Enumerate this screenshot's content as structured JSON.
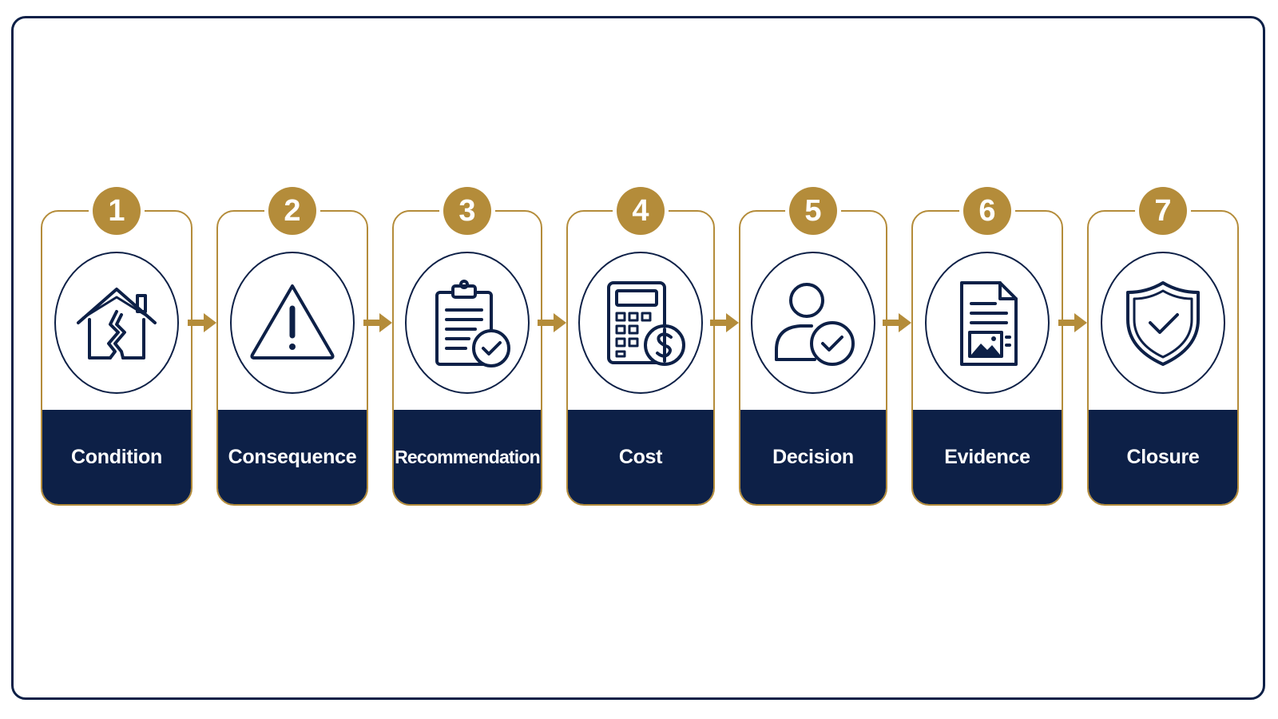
{
  "colors": {
    "navy": "#0d2047",
    "gold": "#b48c3a",
    "background": "#ffffff"
  },
  "steps": [
    {
      "number": "1",
      "label": "Condition",
      "icon": "cracked-house-icon"
    },
    {
      "number": "2",
      "label": "Consequence",
      "icon": "warning-triangle-icon"
    },
    {
      "number": "3",
      "label": "Recommendation",
      "icon": "clipboard-check-icon"
    },
    {
      "number": "4",
      "label": "Cost",
      "icon": "calculator-dollar-icon"
    },
    {
      "number": "5",
      "label": "Decision",
      "icon": "person-check-icon"
    },
    {
      "number": "6",
      "label": "Evidence",
      "icon": "document-image-icon"
    },
    {
      "number": "7",
      "label": "Closure",
      "icon": "shield-check-icon"
    }
  ],
  "connectors": [
    "arrow-right-icon",
    "arrow-right-icon",
    "arrow-right-icon",
    "arrow-right-icon",
    "arrow-right-icon",
    "arrow-right-icon"
  ]
}
